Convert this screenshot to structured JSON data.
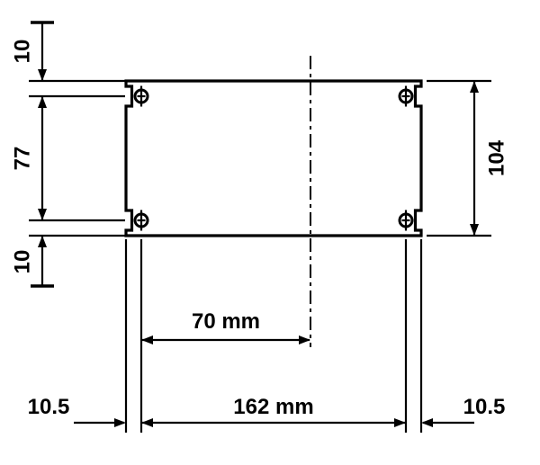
{
  "diagram": {
    "colors": {
      "ink": "#000000",
      "background": "#ffffff"
    },
    "labels": {
      "left_top_offset": "10",
      "left_hole_spacing": "77",
      "left_bottom_offset": "10",
      "right_overall_height": "104",
      "bottom_center_offset": "70 mm",
      "bottom_hole_spacing": "162 mm",
      "bottom_left_offset": "10.5",
      "bottom_right_offset": "10.5"
    }
  }
}
